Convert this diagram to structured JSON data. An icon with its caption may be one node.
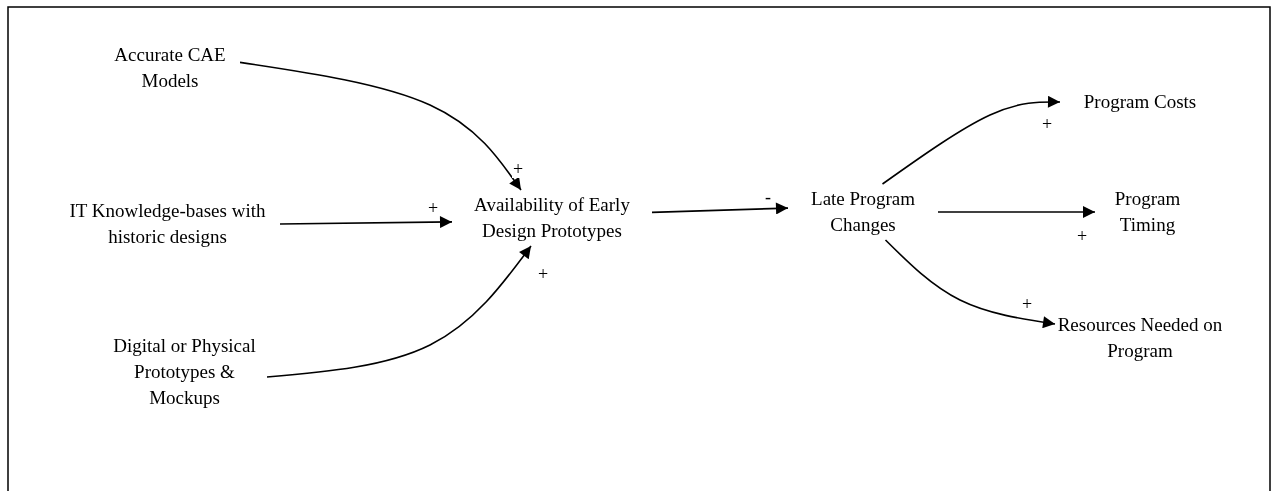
{
  "diagram": {
    "nodes": [
      {
        "text": [
          "Accurate CAE Models"
        ]
      },
      {
        "text": [
          "IT Knowledge-bases with historic designs"
        ]
      },
      {
        "text": [
          "Digital or Physical Prototypes & Mockups"
        ]
      },
      {
        "text": [
          "Availability of Early Design Prototypes"
        ]
      },
      {
        "text": [
          "Late Program Changes"
        ]
      },
      {
        "text": [
          "Program Costs"
        ]
      },
      {
        "text": [
          "Program Timing"
        ]
      },
      {
        "text": [
          "Resources Needed on Program"
        ]
      }
    ],
    "edges": [
      {
        "from": 0,
        "to": 3,
        "arrow": "to",
        "label": "+"
      },
      {
        "from": 1,
        "to": 3,
        "arrow": "to",
        "label": "+"
      },
      {
        "from": 2,
        "to": 3,
        "arrow": "to",
        "label": "+"
      },
      {
        "from": 3,
        "to": 4,
        "arrow": "to",
        "label": "-"
      },
      {
        "from": 4,
        "to": 5,
        "arrow": "to",
        "label": "+"
      },
      {
        "from": 4,
        "to": 6,
        "arrow": "to",
        "label": "+"
      },
      {
        "from": 4,
        "to": 7,
        "arrow": "to",
        "label": "+"
      }
    ]
  }
}
